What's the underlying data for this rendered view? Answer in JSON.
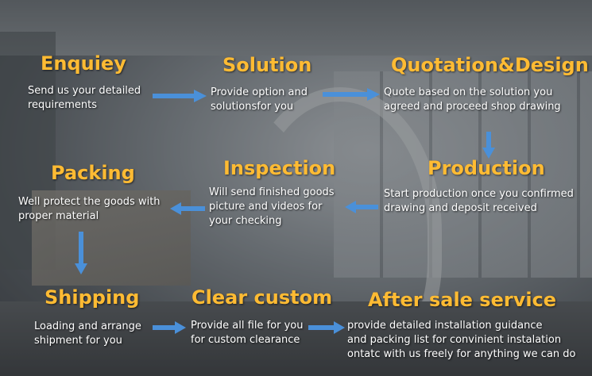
{
  "steps": [
    {
      "title": "Enquiey",
      "lines": [
        "Send us your detailed",
        "requirements"
      ]
    },
    {
      "title": "Solution",
      "lines": [
        "Provide option and",
        "solutionsfor you"
      ]
    },
    {
      "title": "Quotation&Design",
      "lines": [
        "Quote based on the solution you",
        "agreed and proceed shop drawing"
      ]
    },
    {
      "title": "Production",
      "lines": [
        "Start production once you confirmed",
        "drawing and deposit received"
      ]
    },
    {
      "title": "Inspection",
      "lines": [
        "Will send finished goods",
        "picture and videos for",
        "your checking"
      ]
    },
    {
      "title": "Packing",
      "lines": [
        "Well protect the goods with",
        "proper material"
      ]
    },
    {
      "title": "Shipping",
      "lines": [
        "Loading and arrange",
        "shipment for you"
      ]
    },
    {
      "title": "Clear custom",
      "lines": [
        "Provide all file for you",
        "for custom clearance"
      ]
    },
    {
      "title": "After sale service",
      "lines": [
        "provide detailed installation guidance",
        "and packing list for convinient instalation",
        "ontatc with us freely for anything we can do"
      ]
    }
  ],
  "colors": {
    "title": "#ffbb33",
    "arrow": "#4a90d9",
    "text": "#ffffff"
  }
}
